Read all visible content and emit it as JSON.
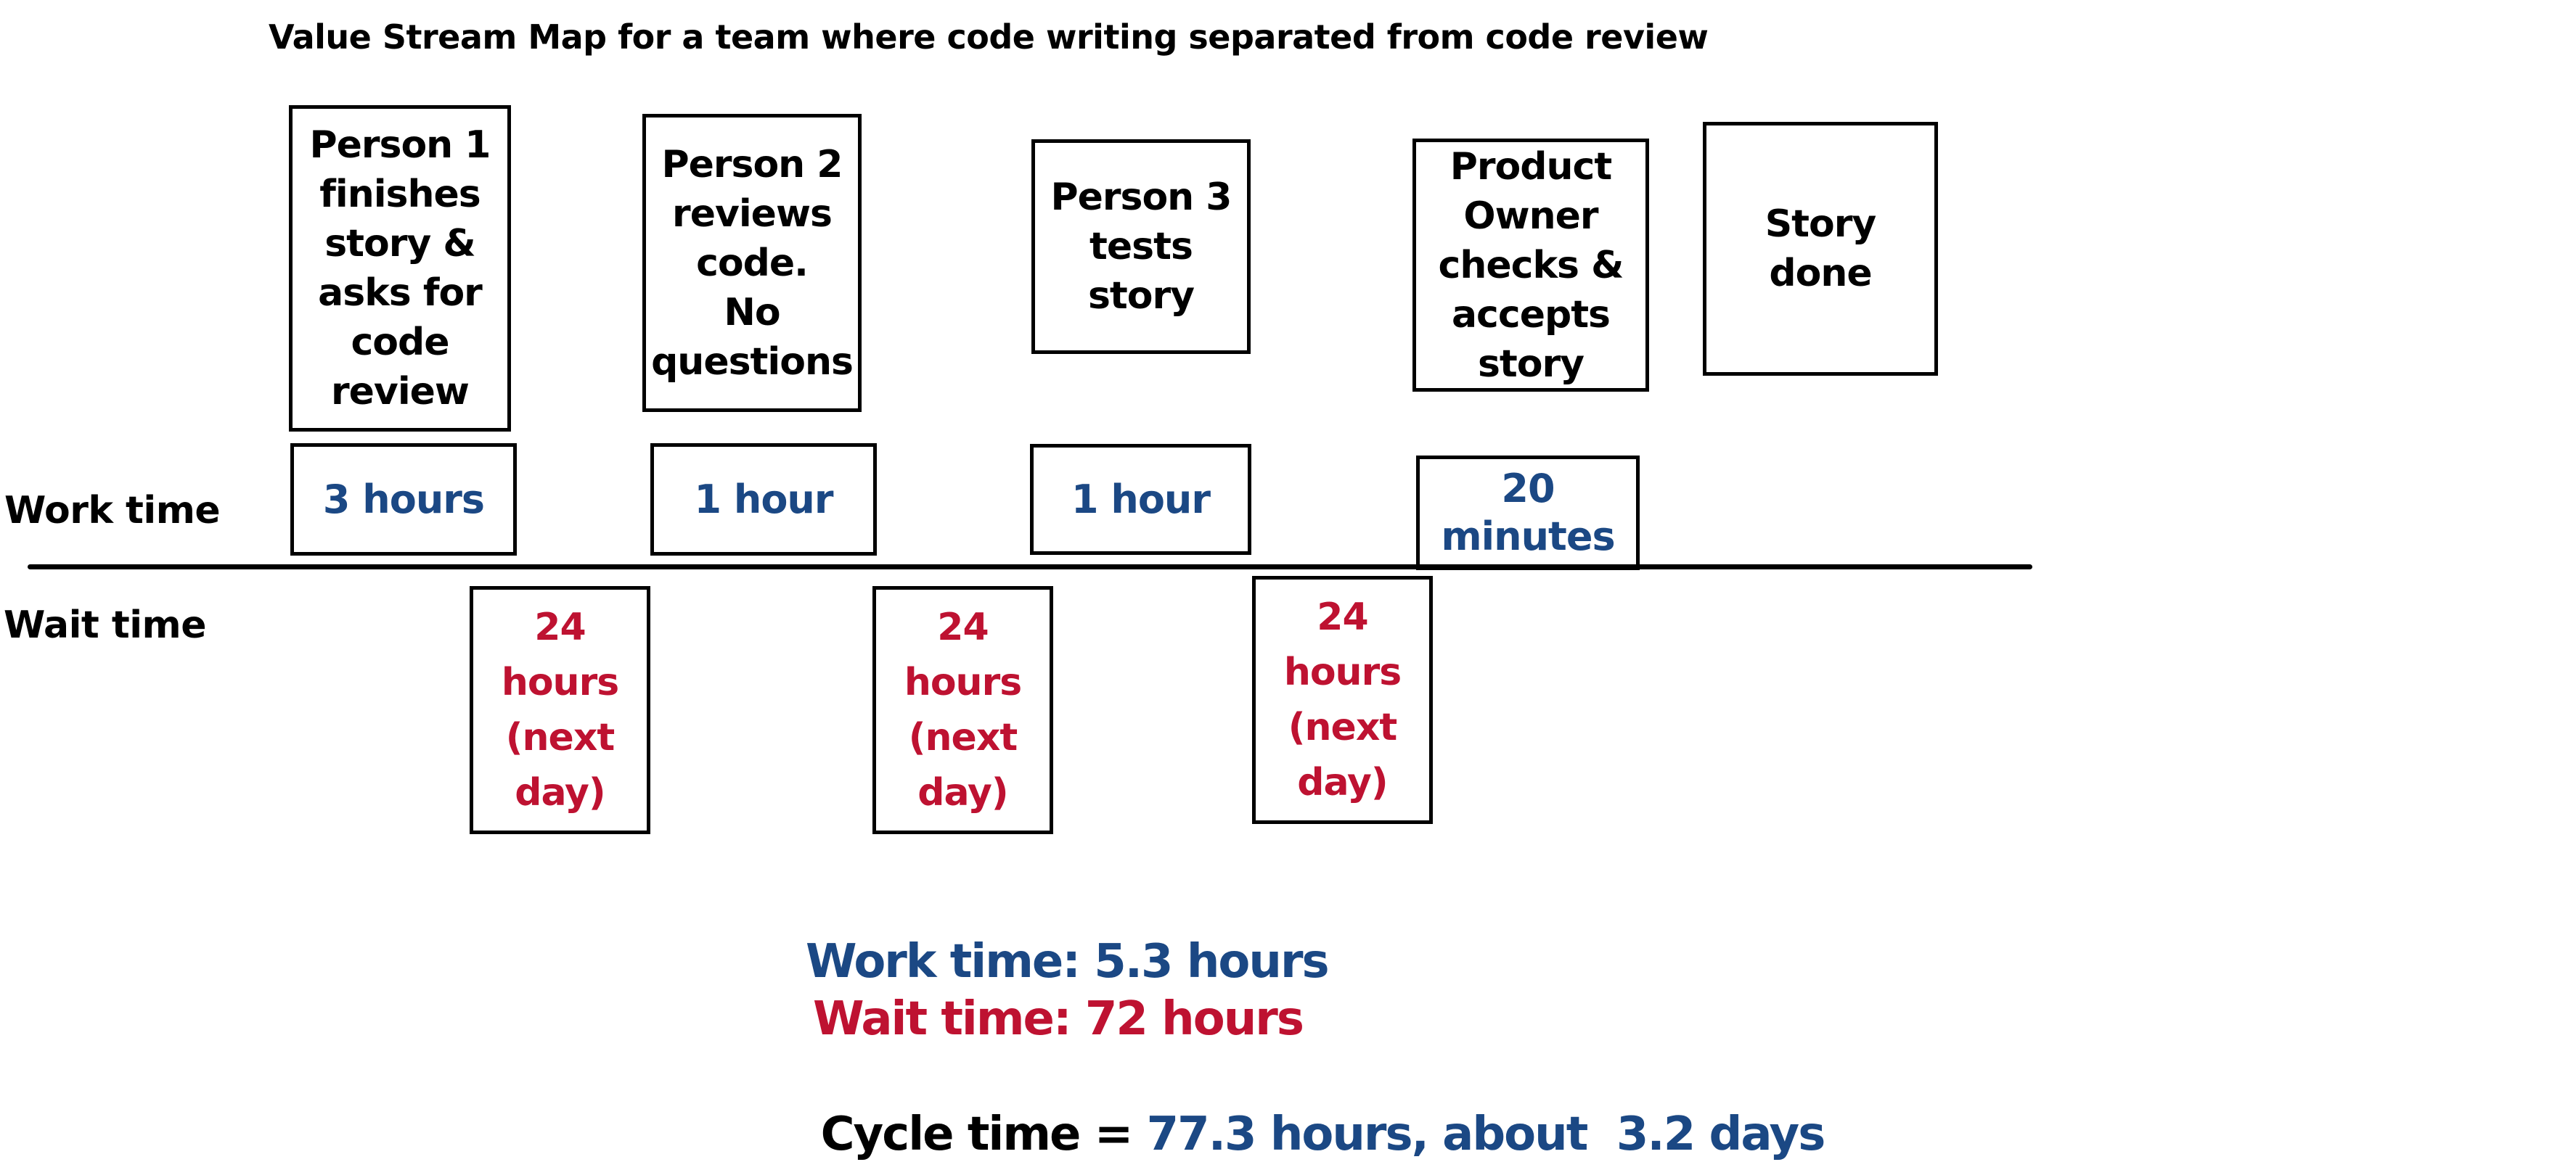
{
  "title": "Value Stream Map for a team where code writing separated from code review",
  "colors": {
    "work_blue": "#1B4884",
    "wait_red": "#BE1231",
    "ink_black": "#000000"
  },
  "row_labels": {
    "work": "Work time",
    "wait": "Wait time"
  },
  "process_steps": [
    {
      "label": "Person 1\nfinishes\nstory &\nasks for\ncode\nreview"
    },
    {
      "label": "Person 2\nreviews\ncode.\nNo\nquestions"
    },
    {
      "label": "Person 3\ntests\nstory"
    },
    {
      "label": "Product\nOwner\nchecks &\naccepts\nstory"
    },
    {
      "label": "Story\ndone"
    }
  ],
  "work_times": [
    {
      "label": "3 hours"
    },
    {
      "label": "1 hour"
    },
    {
      "label": "1 hour"
    },
    {
      "label": "20\nminutes"
    }
  ],
  "wait_times": [
    {
      "label": "24\nhours\n(next\nday)"
    },
    {
      "label": "24\nhours\n(next\nday)"
    },
    {
      "label": "24\nhours\n(next\nday)"
    }
  ],
  "summary": {
    "work": "Work time: 5.3 hours",
    "wait": "Wait time: 72 hours",
    "cycle_prefix": "Cycle time = ",
    "cycle_value": "77.3 hours, about  3.2 days"
  }
}
